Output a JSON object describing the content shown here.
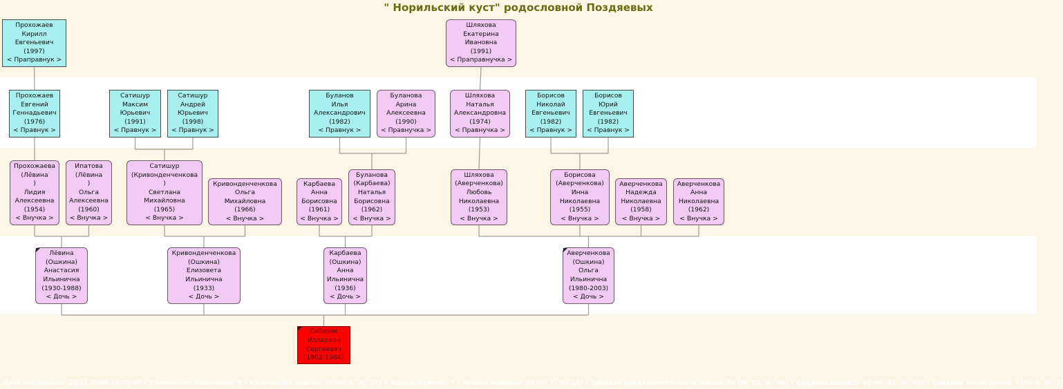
{
  "title": "\" Норильский куст\" родословной Поздяевых",
  "colors": {
    "male": "#a8f0f0",
    "female": "#f2caf4",
    "root": "#ff0000",
    "title": "#6b6b12",
    "band_cream": "#fdf5e6"
  },
  "persons": [
    {
      "id": "p1",
      "gender": "male",
      "lines": [
        "Прохожаев",
        "Кирилл",
        "Евгеньевич",
        "(1997)",
        "< Праправнук >"
      ]
    },
    {
      "id": "p2",
      "gender": "female",
      "lines": [
        "Шляхова",
        "Екатерина",
        "Ивановна",
        "(1991)",
        "< Праправнучка >"
      ]
    },
    {
      "id": "p3",
      "gender": "male",
      "lines": [
        "Прохожаев",
        "Евгений",
        "Геннадьевич",
        "(1976)",
        "< Правнук >"
      ]
    },
    {
      "id": "p4",
      "gender": "male",
      "lines": [
        "Сатишур",
        "Максим",
        "Юрьевич",
        "(1991)",
        "< Правнук >"
      ]
    },
    {
      "id": "p5",
      "gender": "male",
      "lines": [
        "Сатишур",
        "Андрей",
        "Юрьевич",
        "(1998)",
        "< Правнук >"
      ]
    },
    {
      "id": "p6",
      "gender": "male",
      "lines": [
        "Буланов",
        "Илья",
        "Александрович",
        "(1982)",
        "< Правнук >"
      ]
    },
    {
      "id": "p7",
      "gender": "female",
      "lines": [
        "Буланова",
        "Арина",
        "Алексеевна",
        "(1990)",
        "< Правнучка >"
      ]
    },
    {
      "id": "p8",
      "gender": "female",
      "lines": [
        "Шляхова",
        "Наталья",
        "Александровна",
        "(1974)",
        "< Правнучка >"
      ]
    },
    {
      "id": "p9",
      "gender": "male",
      "lines": [
        "Борисов",
        "Николай",
        "Евгеньевич",
        "(1982)",
        "< Правнук >"
      ]
    },
    {
      "id": "p10",
      "gender": "male",
      "lines": [
        "Борисов",
        "Юрий",
        "Евгеньевич",
        "(1982)",
        "< Правнук >"
      ]
    },
    {
      "id": "p11",
      "gender": "female",
      "lines": [
        "Прохожаева",
        "(Лёвина",
        ")",
        "Лидия",
        "Алексеевна",
        "(1954)",
        "< Внучка >"
      ]
    },
    {
      "id": "p12",
      "gender": "female",
      "lines": [
        "Ипатова",
        "(Лёвина",
        ")",
        "Ольга",
        "Алексеевна",
        "(1960)",
        "< Внучка >"
      ]
    },
    {
      "id": "p13",
      "gender": "female",
      "lines": [
        "Сатишур",
        "(Кривонденченкова",
        ")",
        "Светлана",
        "Михайловна",
        "(1965)",
        "< Внучка >"
      ]
    },
    {
      "id": "p14",
      "gender": "female",
      "lines": [
        "Кривонденченкова",
        "Ольга",
        "Михайловна",
        "(1966)",
        "< Внучка >"
      ]
    },
    {
      "id": "p15",
      "gender": "female",
      "lines": [
        "Карбаева",
        "Анна",
        "Борисовна",
        "(1961)",
        "< Внучка >"
      ]
    },
    {
      "id": "p16",
      "gender": "female",
      "lines": [
        "Буланова",
        "(Карбаева)",
        "Наталья",
        "Борисовна",
        "(1962)",
        "< Внучка >"
      ]
    },
    {
      "id": "p17",
      "gender": "female",
      "lines": [
        "Шляхова",
        "(Аверченкова)",
        "Любовь",
        "Николаевна",
        "(1953)",
        "< Внучка >"
      ]
    },
    {
      "id": "p18",
      "gender": "female",
      "lines": [
        "Борисова",
        "(Аверченкова)",
        "Инна",
        "Николаевна",
        "(1955)",
        "< Внучка >"
      ]
    },
    {
      "id": "p19",
      "gender": "female",
      "lines": [
        "Аверченкова",
        "Надежда",
        "Николаевна",
        "(1958)",
        "< Внучка >"
      ]
    },
    {
      "id": "p20",
      "gender": "female",
      "lines": [
        "Аверченкова",
        "Анна",
        "Николаевна",
        "(1962)",
        "< Внучка >"
      ]
    },
    {
      "id": "p21",
      "gender": "female",
      "deceased": true,
      "lines": [
        "Лёвина",
        "(Ошкина)",
        "Анастасия",
        "Ильинична",
        "(1930-1988)",
        "< Дочь >"
      ]
    },
    {
      "id": "p22",
      "gender": "female",
      "lines": [
        "Кривонденченкова",
        "(Ошкина)",
        "Елизовета",
        "Ильинична",
        "(1933)",
        "< Дочь >"
      ]
    },
    {
      "id": "p23",
      "gender": "female",
      "lines": [
        "Карбаева",
        "(Ошкина)",
        "Анна",
        "Ильинична",
        "(1936)",
        "< Дочь >"
      ]
    },
    {
      "id": "p24",
      "gender": "female",
      "deceased": true,
      "lines": [
        "Аверченкова",
        "(Ошкина)",
        "Ольга",
        "Ильинична",
        "(1980-2003)",
        "< Дочь >"
      ]
    },
    {
      "id": "p25",
      "gender": "root",
      "deceased": true,
      "lines": [
        "Сибиряк",
        "Илларион",
        "Сергеевич",
        "(1902-1984)"
      ]
    }
  ],
  "relations": [
    {
      "parent": "p3",
      "children": [
        "p1"
      ]
    },
    {
      "parent": "p8",
      "children": [
        "p2"
      ]
    },
    {
      "parent": "p11",
      "children": [
        "p3"
      ]
    },
    {
      "parent": "p13",
      "children": [
        "p4",
        "p5"
      ]
    },
    {
      "parent": "p16",
      "children": [
        "p6",
        "p7"
      ]
    },
    {
      "parent": "p17",
      "children": [
        "p8"
      ]
    },
    {
      "parent": "p18",
      "children": [
        "p9",
        "p10"
      ]
    },
    {
      "parent": "p21",
      "children": [
        "p11",
        "p12"
      ]
    },
    {
      "parent": "p22",
      "children": [
        "p13",
        "p14"
      ]
    },
    {
      "parent": "p23",
      "children": [
        "p15",
        "p16"
      ]
    },
    {
      "parent": "p24",
      "children": [
        "p17",
        "p18",
        "p19",
        "p20"
      ]
    },
    {
      "parent": "p25",
      "children": [
        "p21",
        "p22",
        "p23",
        "p24"
      ]
    }
  ],
  "footer": "Дата построения: 23.11.2008 18:22:56 • Количество поколений: 5 • Количество персон: 25 (М: 8, Ж: 17) • Живых мужчин: 7 • Живых женщин: 13 (М: 7, Ж: 13) • Средняя продолжительность жизни: 64 (М: 82, Ж: 48) • Средний возраст: 40 (М: 33, Ж: 49) • Среднее число детей: 1 (М: 0, Ж: 1)"
}
